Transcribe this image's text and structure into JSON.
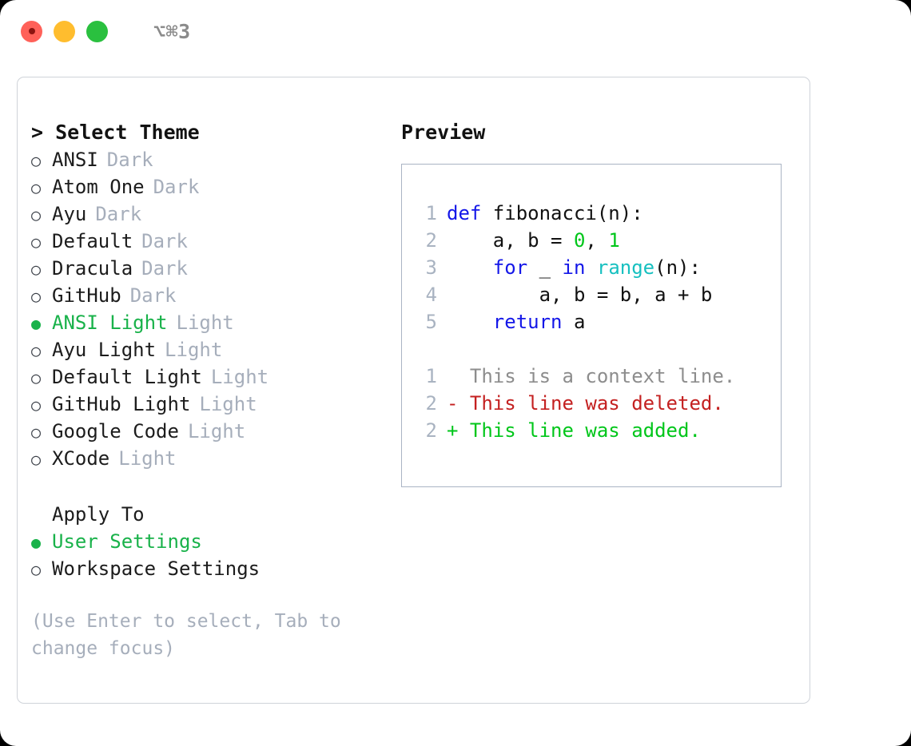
{
  "titlebar": {
    "shortcut": "⌥⌘3",
    "buttons": [
      {
        "name": "close",
        "color": "#ff6159"
      },
      {
        "name": "minimize",
        "color": "#ffbd2e"
      },
      {
        "name": "maximize",
        "color": "#2ac03f"
      }
    ]
  },
  "theme_panel": {
    "title": "> Select Theme",
    "items": [
      {
        "marker": "○",
        "label": "ANSI",
        "badge": "Dark",
        "selected": false
      },
      {
        "marker": "○",
        "label": "Atom One",
        "badge": "Dark",
        "selected": false
      },
      {
        "marker": "○",
        "label": "Ayu",
        "badge": "Dark",
        "selected": false
      },
      {
        "marker": "○",
        "label": "Default",
        "badge": "Dark",
        "selected": false
      },
      {
        "marker": "○",
        "label": "Dracula",
        "badge": "Dark",
        "selected": false
      },
      {
        "marker": "○",
        "label": "GitHub",
        "badge": "Dark",
        "selected": false
      },
      {
        "marker": "●",
        "label": "ANSI Light",
        "badge": "Light",
        "selected": true
      },
      {
        "marker": "○",
        "label": "Ayu Light",
        "badge": "Light",
        "selected": false
      },
      {
        "marker": "○",
        "label": "Default Light",
        "badge": "Light",
        "selected": false
      },
      {
        "marker": "○",
        "label": "GitHub Light",
        "badge": "Light",
        "selected": false
      },
      {
        "marker": "○",
        "label": "Google Code",
        "badge": "Light",
        "selected": false
      },
      {
        "marker": "○",
        "label": "XCode",
        "badge": "Light",
        "selected": false
      }
    ]
  },
  "apply_to": {
    "title": "Apply To",
    "items": [
      {
        "marker": "●",
        "label": "User Settings",
        "selected": true
      },
      {
        "marker": "○",
        "label": "Workspace Settings",
        "selected": false
      }
    ]
  },
  "hint": "(Use Enter to select, Tab to change focus)",
  "preview": {
    "title": "Preview",
    "code_lines": [
      {
        "num": "1",
        "tokens": [
          {
            "text": "def",
            "type": "kw"
          },
          {
            "text": " fibonacci(n):",
            "type": "plain"
          }
        ]
      },
      {
        "num": "2",
        "tokens": [
          {
            "text": "    a, b = ",
            "type": "plain"
          },
          {
            "text": "0",
            "type": "num"
          },
          {
            "text": ", ",
            "type": "plain"
          },
          {
            "text": "1",
            "type": "num"
          }
        ]
      },
      {
        "num": "3",
        "tokens": [
          {
            "text": "    ",
            "type": "plain"
          },
          {
            "text": "for",
            "type": "kw"
          },
          {
            "text": " _ ",
            "type": "plain"
          },
          {
            "text": "in",
            "type": "kw"
          },
          {
            "text": " ",
            "type": "plain"
          },
          {
            "text": "range",
            "type": "fn"
          },
          {
            "text": "(n):",
            "type": "plain"
          }
        ]
      },
      {
        "num": "4",
        "tokens": [
          {
            "text": "        a, b = b, a + b",
            "type": "plain"
          }
        ]
      },
      {
        "num": "5",
        "tokens": [
          {
            "text": "    ",
            "type": "plain"
          },
          {
            "text": "return",
            "type": "kw"
          },
          {
            "text": " a",
            "type": "plain"
          }
        ]
      }
    ],
    "diff_lines": [
      {
        "num": "1",
        "sign": " ",
        "text": " This is a context line.",
        "type": "ctx"
      },
      {
        "num": "2",
        "sign": "-",
        "text": " This line was deleted.",
        "type": "del"
      },
      {
        "num": "2",
        "sign": "+",
        "text": " This line was added.",
        "type": "add"
      }
    ]
  },
  "colors": {
    "accent_green": "#19b24a",
    "keyword_blue": "#1417e8",
    "function_cyan": "#17c0c0",
    "number_green": "#00c61a",
    "diff_delete_red": "#c42121",
    "diff_add_green": "#00c61a",
    "muted_badge": "#a6aebb",
    "line_number": "#a9b3c1"
  }
}
